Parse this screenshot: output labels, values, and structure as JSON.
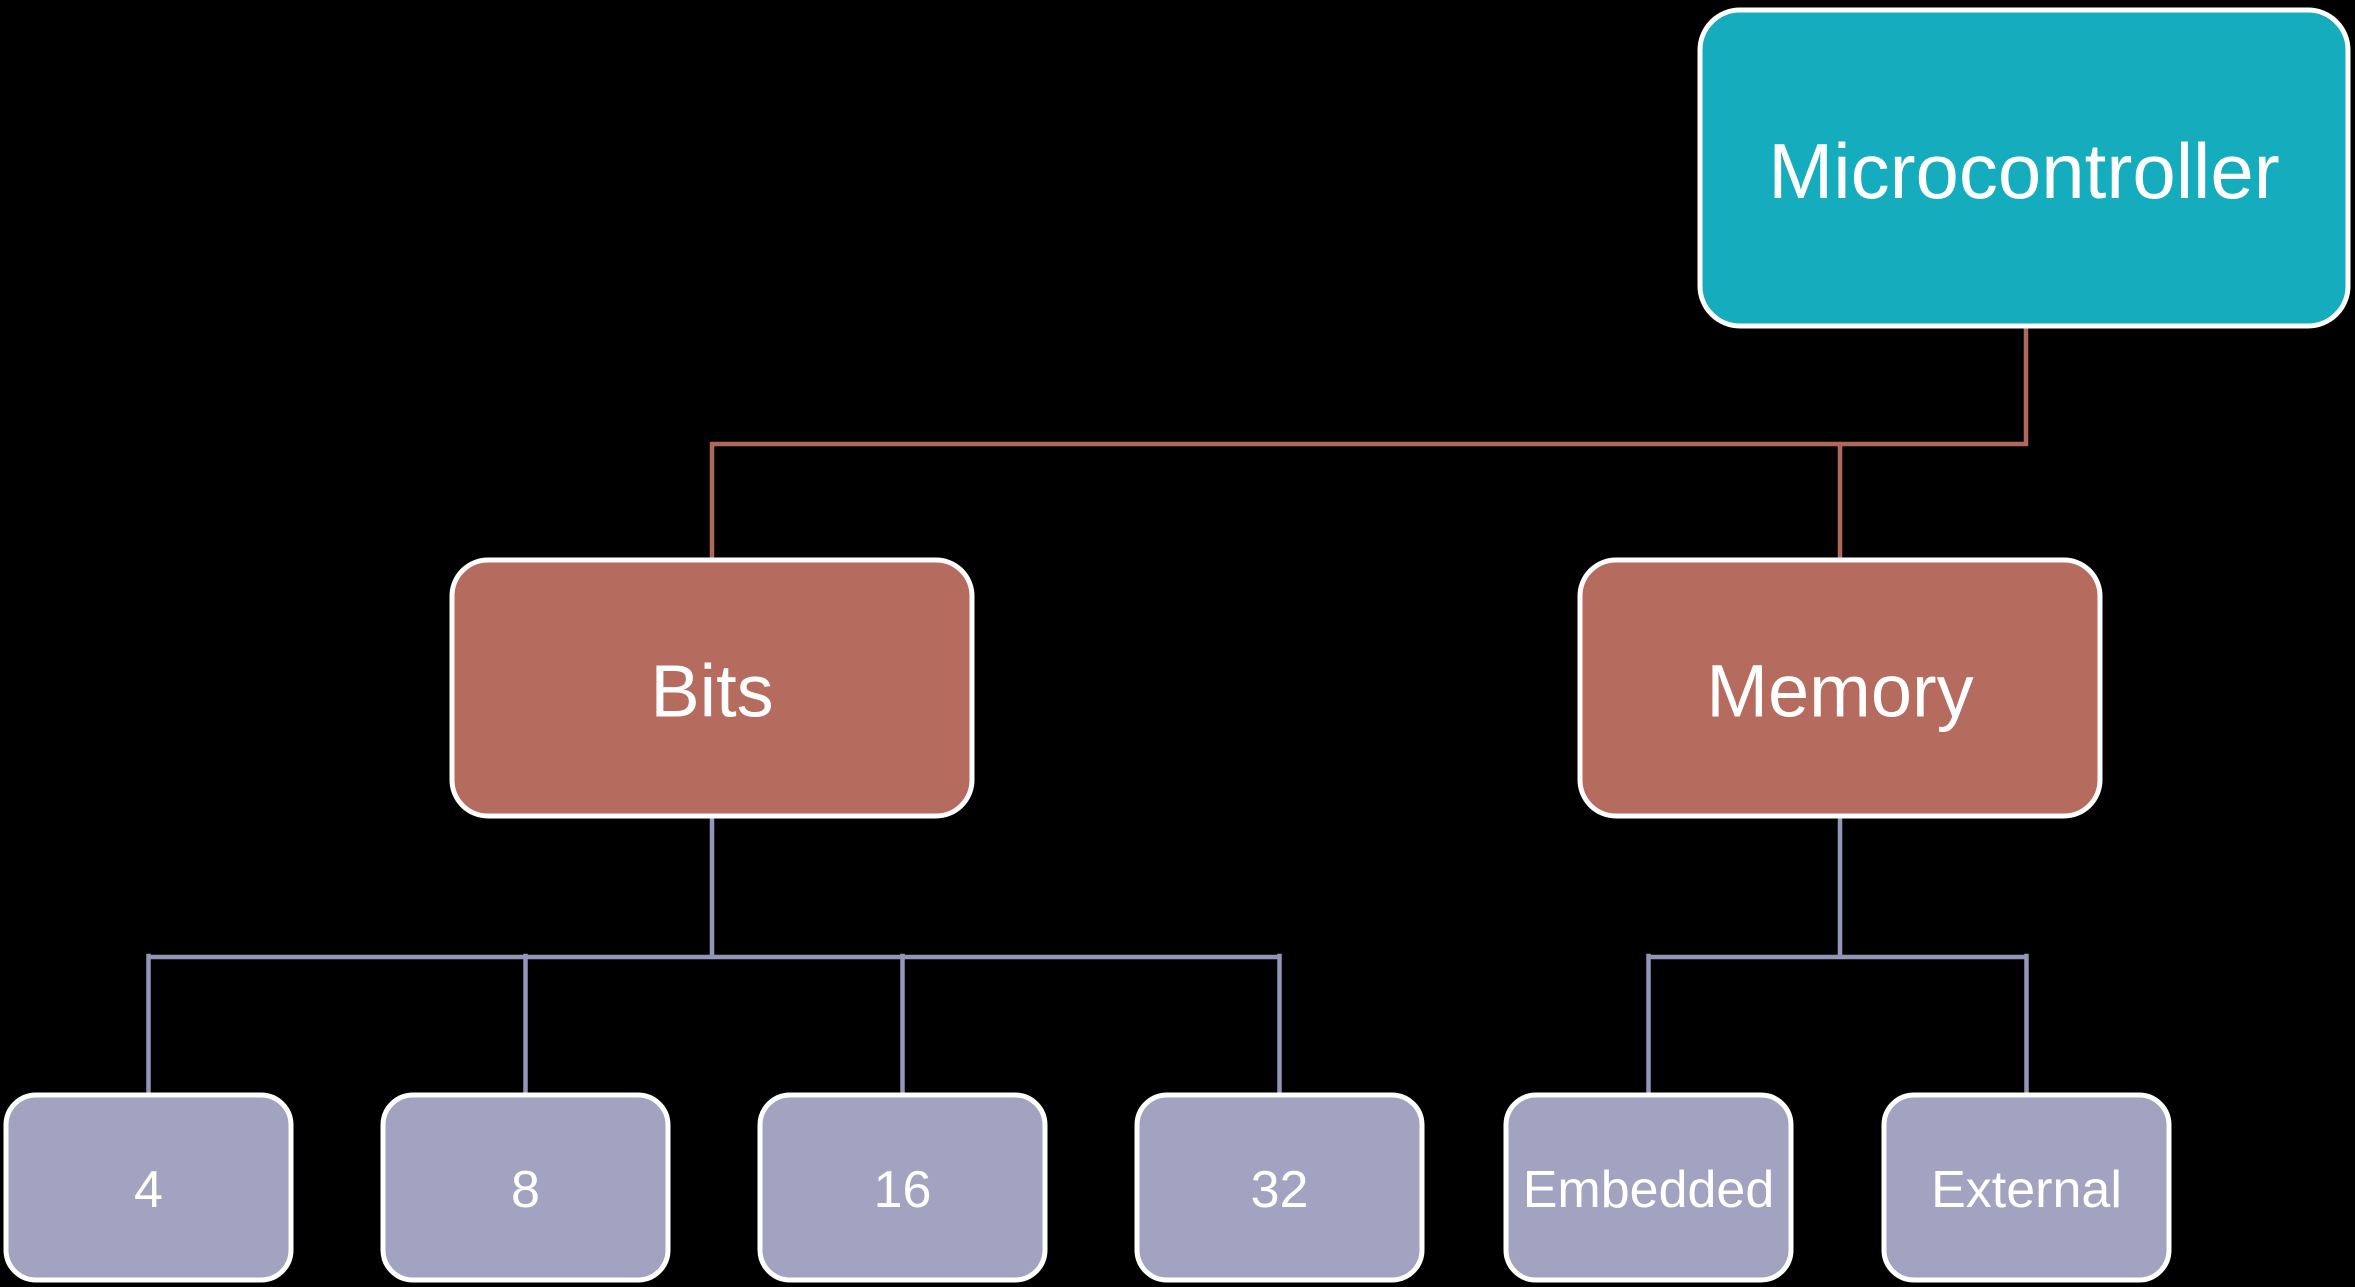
{
  "diagram_type": "org-chart-tree",
  "colors": {
    "background": "#000000",
    "root_fill": "#15ADBE",
    "branch_fill": "#B66B5F",
    "leaf_fill": "#A2A3C1",
    "node_border": "#FFFFFF",
    "text": "#FFFFFF",
    "root_connector": "#AE695A",
    "leaf_connector": "#9396B8"
  },
  "tree": {
    "root": {
      "label": "Microcontroller"
    },
    "branches": [
      {
        "label": "Bits",
        "children": [
          {
            "label": "4"
          },
          {
            "label": "8"
          },
          {
            "label": "16"
          },
          {
            "label": "32"
          }
        ]
      },
      {
        "label": "Memory",
        "children": [
          {
            "label": "Embedded"
          },
          {
            "label": "External"
          }
        ]
      }
    ]
  }
}
